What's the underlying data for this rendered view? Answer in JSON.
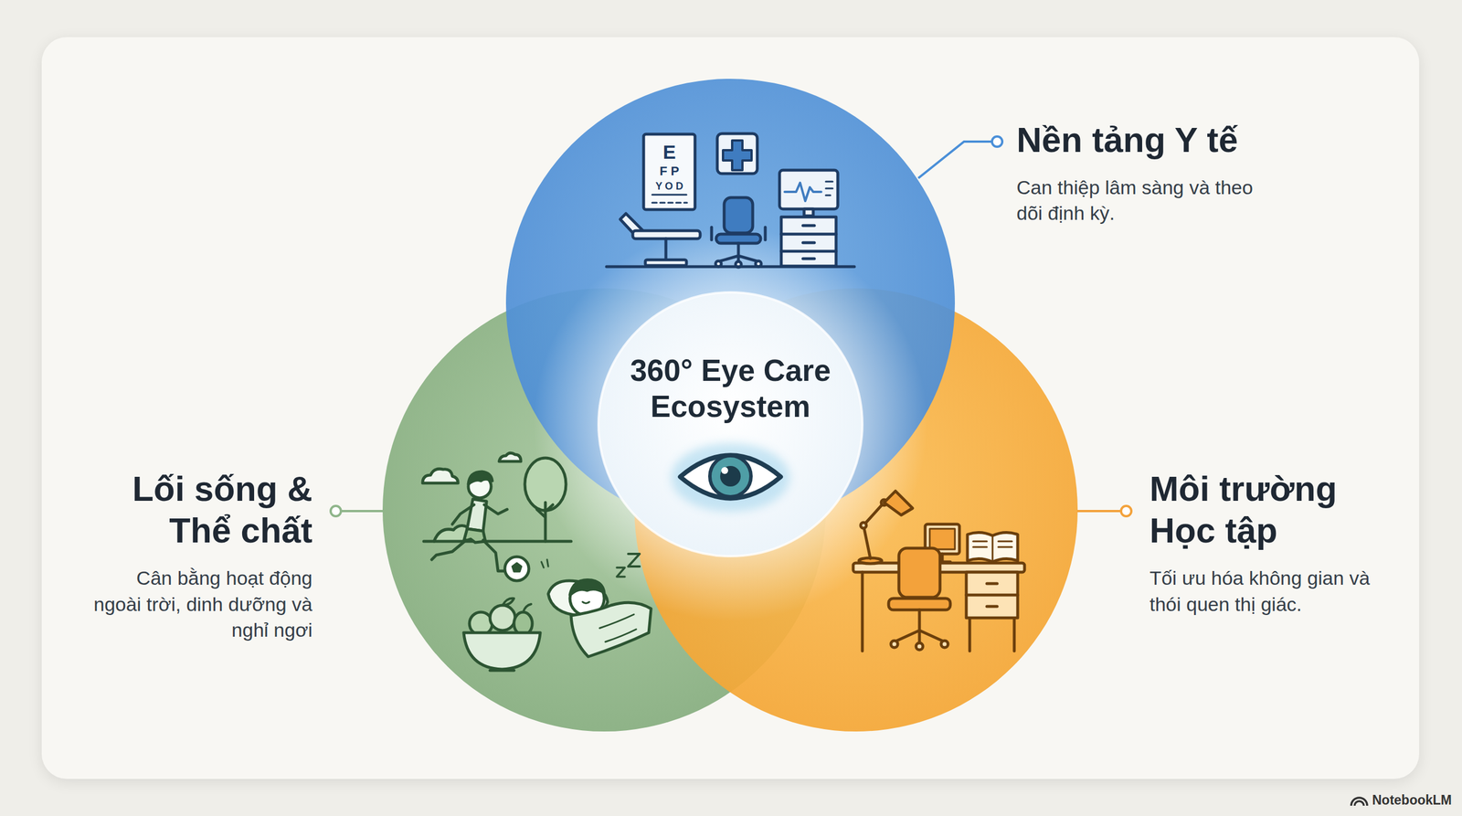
{
  "diagram": {
    "nodes": [
      {
        "text": [
          "Nền tảng Y tế",
          "Can thiệp lâm sàng và theo dõi định kỳ."
        ]
      },
      {
        "text": [
          "360° Eye Care Ecosystem"
        ]
      },
      {
        "text": [
          "Lối sống & Thể chất",
          "Cân bằng hoạt động ngoài trời, dinh dưỡng và nghỉ ngơi"
        ]
      },
      {
        "text": [
          "Môi trường Học tập",
          "Tối ưu hóa không gian và thói quen thị giác."
        ]
      }
    ],
    "labels": [
      "E",
      "F P",
      "Y O D",
      "NotebookLM"
    ]
  }
}
